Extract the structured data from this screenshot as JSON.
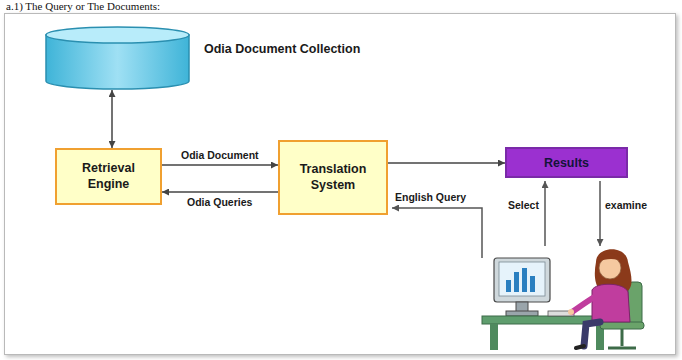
{
  "diagram": {
    "title": "a.1) The Query or The Documents:",
    "nodes": [
      {
        "text": [
          "Odia Document Collection"
        ]
      },
      {
        "text": [
          "Retrieval Engine"
        ]
      },
      {
        "text": [
          "Translation System"
        ]
      },
      {
        "text": [
          "Results"
        ]
      }
    ],
    "edges": [
      {
        "from": 0,
        "to": 1,
        "arrow": "both"
      },
      {
        "from": 1,
        "to": 2,
        "arrow": "to",
        "label": "Odia Document"
      },
      {
        "from": 2,
        "to": 1,
        "arrow": "to",
        "label": "Odia Queries"
      },
      {
        "from": 2,
        "to": 3,
        "arrow": "to"
      }
    ],
    "labels": [
      "English Query",
      "Select",
      "examine"
    ]
  }
}
